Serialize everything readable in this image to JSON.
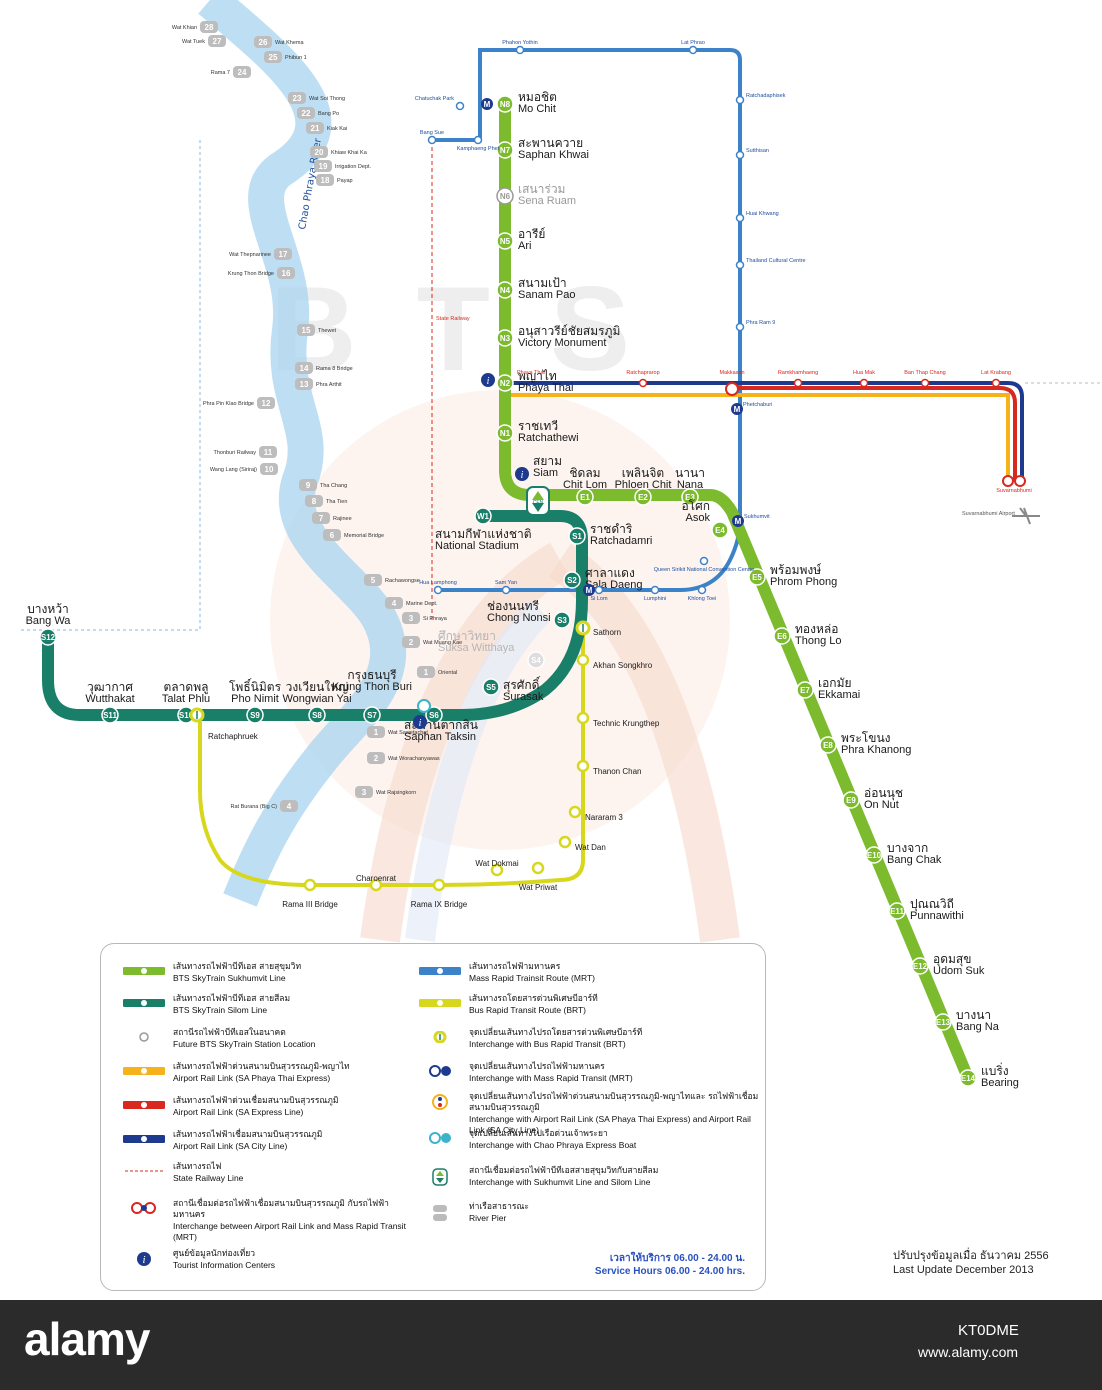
{
  "watermark": "BTS",
  "colors": {
    "sukhumvit": "#7dbb2e",
    "silom": "#1a7f68",
    "mrt": "#3c82c8",
    "brt": "#d7d81e",
    "arl_pt": "#f5b21a",
    "arl_express": "#d9281e",
    "arl_city": "#1e3a8f",
    "river": "#a8d4ef",
    "railway": "#d9281e"
  },
  "sukhumvit_stations": [
    {
      "code": "N8",
      "th": "หมอชิต",
      "en": "Mo Chit"
    },
    {
      "code": "N7",
      "th": "สะพานควาย",
      "en": "Saphan Khwai"
    },
    {
      "code": "N6",
      "th": "เสนาร่วม",
      "en": "Sena Ruam"
    },
    {
      "code": "N5",
      "th": "อารีย์",
      "en": "Ari"
    },
    {
      "code": "N4",
      "th": "สนามเป้า",
      "en": "Sanam Pao"
    },
    {
      "code": "N3",
      "th": "อนุสาวรีย์ชัยสมรภูมิ",
      "en": "Victory Monument"
    },
    {
      "code": "N2",
      "th": "พญาไท",
      "en": "Phaya Thai"
    },
    {
      "code": "N1",
      "th": "ราชเทวี",
      "en": "Ratchathewi"
    },
    {
      "code": "",
      "th": "สยาม",
      "en": "Siam"
    },
    {
      "code": "E1",
      "th": "ชิดลม",
      "en": "Chit Lom"
    },
    {
      "code": "E2",
      "th": "เพลินจิต",
      "en": "Phloen Chit"
    },
    {
      "code": "E3",
      "th": "นานา",
      "en": "Nana"
    },
    {
      "code": "E4",
      "th": "อโศก",
      "en": "Asok"
    },
    {
      "code": "E5",
      "th": "พร้อมพงษ์",
      "en": "Phrom Phong"
    },
    {
      "code": "E6",
      "th": "ทองหล่อ",
      "en": "Thong Lo"
    },
    {
      "code": "E7",
      "th": "เอกมัย",
      "en": "Ekkamai"
    },
    {
      "code": "E8",
      "th": "พระโขนง",
      "en": "Phra Khanong"
    },
    {
      "code": "E9",
      "th": "อ่อนนุช",
      "en": "On Nut"
    },
    {
      "code": "E10",
      "th": "บางจาก",
      "en": "Bang Chak"
    },
    {
      "code": "E11",
      "th": "ปุณณวิถี",
      "en": "Punnawithi"
    },
    {
      "code": "E12",
      "th": "อุดมสุข",
      "en": "Udom Suk"
    },
    {
      "code": "E13",
      "th": "บางนา",
      "en": "Bang Na"
    },
    {
      "code": "E14",
      "th": "แบริ่ง",
      "en": "Bearing"
    }
  ],
  "silom_stations": [
    {
      "code": "W1",
      "th": "สนามกีฬาแห่งชาติ",
      "en": "National Stadium"
    },
    {
      "code": "S1",
      "th": "ราชดำริ",
      "en": "Ratchadamri"
    },
    {
      "code": "S2",
      "th": "ศาลาแดง",
      "en": "Sala Daeng"
    },
    {
      "code": "S3",
      "th": "ช่องนนทรี",
      "en": "Chong Nonsi"
    },
    {
      "code": "S4",
      "th": "ศึกษาวิทยา",
      "en": "Suksa Witthaya"
    },
    {
      "code": "S5",
      "th": "สุรศักดิ์",
      "en": "Surasak"
    },
    {
      "code": "S6",
      "th": "สะพานตากสิน",
      "en": "Saphan Taksin"
    },
    {
      "code": "S7",
      "th": "กรุงธนบุรี",
      "en": "Krung Thon Buri"
    },
    {
      "code": "S8",
      "th": "วงเวียนใหญ่",
      "en": "Wongwian Yai"
    },
    {
      "code": "S9",
      "th": "โพธิ์นิมิตร",
      "en": "Pho Nimit"
    },
    {
      "code": "S10",
      "th": "ตลาดพลู",
      "en": "Talat Phlu"
    },
    {
      "code": "S11",
      "th": "วุฒากาศ",
      "en": "Wutthakat"
    },
    {
      "code": "S12",
      "th": "บางหว้า",
      "en": "Bang Wa"
    }
  ],
  "cen": "CEN",
  "mrt_stations": [
    "Phahon Yothin",
    "Lat Phrao",
    "Ratchadaphisek",
    "Sutthisan",
    "Huai Khwang",
    "Thailand Cultural Centre",
    "Phra Ram 9",
    "Phetchaburi",
    "Sukhumvit",
    "Queen Sirikit National Convention Centre",
    "Khlong Toei",
    "Lumphini",
    "Si Lom",
    "Sam Yan",
    "Hua Lamphong",
    "Chatuchak Park",
    "Kamphaeng Phet",
    "Bang Sue"
  ],
  "arl_stations": [
    "Phaya Thai",
    "Ratchaprarop",
    "Makkasan",
    "Ramkhamhaeng",
    "Hua Mak",
    "Ban Thap Chang",
    "Lat Krabang",
    "Suvarnabhumi"
  ],
  "airport_label": "Suvarnabhumi Airport",
  "railway_label": "State Railway",
  "brt_stations": [
    "Sathorn",
    "Akhan Songkhro",
    "Technic Krungthep",
    "Thanon Chan",
    "Nararam 3",
    "Wat Dan",
    "Wat Priwat",
    "Wat Dokmai",
    "Rama IX Bridge",
    "Charoenrat",
    "Rama III Bridge",
    "Ratchaphruek"
  ],
  "river_label": "Chao Phraya River",
  "piers": [
    {
      "n": "28",
      "name": "Wat Khian"
    },
    {
      "n": "27",
      "name": "Wat Tuek"
    },
    {
      "n": "26",
      "name": "Wat Khema"
    },
    {
      "n": "25",
      "name": "Phibun 1"
    },
    {
      "n": "24",
      "name": "Rama 7"
    },
    {
      "n": "23",
      "name": "Wat Soi Thong"
    },
    {
      "n": "22",
      "name": "Bang Po"
    },
    {
      "n": "21",
      "name": "Kiak Kai"
    },
    {
      "n": "20",
      "name": "Khiaw Khai Ka"
    },
    {
      "n": "19",
      "name": "Irrigation Dept."
    },
    {
      "n": "18",
      "name": "Payap"
    },
    {
      "n": "17",
      "name": "Wat Thepnarinee"
    },
    {
      "n": "16",
      "name": "Krung Thon Bridge"
    },
    {
      "n": "15",
      "name": "Thewet"
    },
    {
      "n": "14",
      "name": "Rama 8 Bridge"
    },
    {
      "n": "13",
      "name": "Phra Arthit"
    },
    {
      "n": "12",
      "name": "Phra Pin Klao Bridge"
    },
    {
      "n": "11",
      "name": "Thonburi Railway"
    },
    {
      "n": "10",
      "name": "Wang Lang (Siriraj)"
    },
    {
      "n": "9",
      "name": "Tha Chang"
    },
    {
      "n": "8",
      "name": "Tha Tien"
    },
    {
      "n": "7",
      "name": "Rajinee"
    },
    {
      "n": "6",
      "name": "Memorial Bridge"
    },
    {
      "n": "5",
      "name": "Rachawongse"
    },
    {
      "n": "4",
      "name": "Marine Dept."
    },
    {
      "n": "3",
      "name": "Si Phraya"
    },
    {
      "n": "2",
      "name": "Wat Muang Kae"
    },
    {
      "n": "1",
      "name": "Oriental"
    },
    {
      "n": "1",
      "name": "Wat Sawetachat"
    },
    {
      "n": "2",
      "name": "Wat Worachanyawas"
    },
    {
      "n": "3",
      "name": "Wat Rajsingkorn"
    },
    {
      "n": "4",
      "name": "Rat Burana (Big C)"
    }
  ],
  "legend": [
    {
      "kind": "line",
      "color": "#7dbb2e",
      "th": "เส้นทางรถไฟฟ้าบีทีเอส สายสุขุมวิท",
      "en": "BTS SkyTrain Sukhumvit Line"
    },
    {
      "kind": "line",
      "color": "#1a7f68",
      "th": "เส้นทางรถไฟฟ้าบีทีเอส สายสีลม",
      "en": "BTS SkyTrain Silom Line"
    },
    {
      "kind": "future",
      "color": "#999999",
      "th": "สถานีรถไฟฟ้าบีทีเอสในอนาคต",
      "en": "Future BTS SkyTrain Station Location"
    },
    {
      "kind": "line",
      "color": "#f5b21a",
      "th": "เส้นทางรถไฟฟ้าด่วนสนามบินสุวรรณภูมิ-พญาไท",
      "en": "Airport Rail Link (SA Phaya Thai Express)"
    },
    {
      "kind": "line",
      "color": "#d9281e",
      "th": "เส้นทางรถไฟฟ้าด่วนเชื่อมสนามบินสุวรรณภูมิ",
      "en": "Airport Rail Link (SA Express Line)"
    },
    {
      "kind": "line",
      "color": "#1e3a8f",
      "th": "เส้นทางรถไฟฟ้าเชื่อมสนามบินสุวรรณภูมิ",
      "en": "Airport Rail Link (SA City Line)"
    },
    {
      "kind": "dash",
      "color": "#d9281e",
      "th": "เส้นทางรถไฟ",
      "en": "State Railway Line"
    },
    {
      "kind": "xchg",
      "color": "#d9281e",
      "th": "สถานีเชื่อมต่อรถไฟฟ้าเชื่อมสนามบินสุวรรณภูมิ กับรถไฟฟ้ามหานคร",
      "en": "Interchange between Airport Rail Link and Mass Rapid Transit (MRT)"
    },
    {
      "kind": "info",
      "color": "#1e3a8f",
      "th": "ศูนย์ข้อมูลนักท่องเที่ยว",
      "en": "Tourist Information Centers"
    },
    {
      "kind": "line",
      "color": "#3c82c8",
      "th": "เส้นทางรถไฟฟ้ามหานคร",
      "en": "Mass Rapid Trainsit Route (MRT)"
    },
    {
      "kind": "line",
      "color": "#d7d81e",
      "th": "เส้นทางรถโดยสารด่วนพิเศษบีอาร์ที",
      "en": "Bus Rapid Transit Route (BRT)"
    },
    {
      "kind": "brt",
      "color": "#d7d81e",
      "th": "จุดเปลี่ยนเส้นทางไปรถโดยสารด่วนพิเศษบีอาร์ที",
      "en": "Interchange with Bus Rapid Transit (BRT)"
    },
    {
      "kind": "mrt",
      "color": "#1e3a8f",
      "th": "จุดเปลี่ยนเส้นทางไปรถไฟฟ้ามหานคร",
      "en": "Interchange with Mass Rapid Transit (MRT)"
    },
    {
      "kind": "arl",
      "color": "#f5b21a",
      "th": "จุดเปลี่ยนเส้นทางไปรถไฟฟ้าด่วนสนามบินสุวรรณภูมิ-พญาไทและ รถไฟฟ้าเชื่อมสนามบินสุวรรณภูมิ",
      "en": "Interchange with Airport Rail Link (SA Phaya Thai Express) and Airport Rail Link (SA City Line)"
    },
    {
      "kind": "boat",
      "color": "#3bb3c9",
      "th": "จุดเปลี่ยนเส้นทางไปเรือด่วนเจ้าพระยา",
      "en": "Interchange with Chao Phraya Express Boat"
    },
    {
      "kind": "cen",
      "color": "#7dbb2e",
      "th": "สถานีเชื่อมต่อรถไฟฟ้าบีทีเอสสายสุขุมวิทกับสายสีลม",
      "en": "Interchange with Sukhumvit Line and Silom Line"
    },
    {
      "kind": "pier",
      "color": "#bbbbbb",
      "th": "ท่าเรือสาธารณะ",
      "en": "River Pier"
    }
  ],
  "hours": {
    "th": "เวลาให้บริการ 06.00 - 24.00 น.",
    "en": "Service Hours 06.00 - 24.00 hrs."
  },
  "update": {
    "th": "ปรับปรุงข้อมูลเมื่อ ธันวาคม 2556",
    "en": "Last Update December 2013"
  },
  "footer": {
    "brand": "alamy",
    "image_id": "KT0DME",
    "site": "www.alamy.com"
  }
}
